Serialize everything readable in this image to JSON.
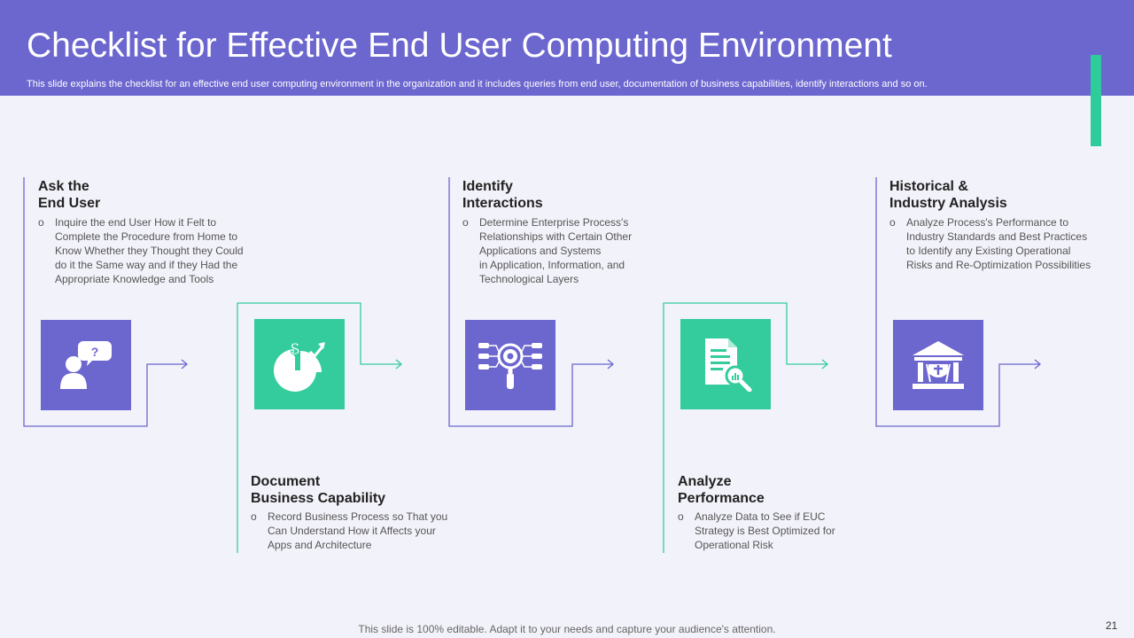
{
  "header": {
    "title": "Checklist for Effective End User Computing Environment",
    "subtitle": "This slide explains the checklist for an effective  end user computing environment in the organization and it includes queries from end user, documentation of business capabilities, identify interactions and so on."
  },
  "colors": {
    "header_bg": "#6c66cf",
    "accent": "#2ecc9b",
    "purple_box": "#6c66cf",
    "green_box": "#34cc9d"
  },
  "steps": [
    {
      "title_lines": [
        "Ask the",
        "End User"
      ],
      "bullet": "o",
      "desc_lines": [
        "Inquire the end User How it Felt to",
        "Complete the Procedure from Home to",
        "Know Whether they Thought  they Could",
        "do it the Same way and if they Had the",
        "Appropriate Knowledge and Tools"
      ],
      "icon": "user-question-icon"
    },
    {
      "title_lines": [
        "Document",
        "Business Capability"
      ],
      "bullet": "o",
      "desc_lines": [
        "Record Business Process so That you",
        "Can Understand How it Affects your",
        "Apps and Architecture"
      ],
      "icon": "pie-chart-dollar-icon"
    },
    {
      "title_lines": [
        "Identify",
        "Interactions"
      ],
      "bullet": "o",
      "desc_lines": [
        "Determine Enterprise Process's",
        "Relationships with Certain Other",
        "Applications and Systems",
        "in Application, Information,  and",
        "Technological Layers"
      ],
      "icon": "gear-network-icon"
    },
    {
      "title_lines": [
        "Analyze",
        "Performance"
      ],
      "bullet": "o",
      "desc_lines": [
        "Analyze Data to See if EUC",
        "Strategy is Best Optimized for",
        "Operational Risk"
      ],
      "icon": "document-magnifier-icon"
    },
    {
      "title_lines": [
        "Historical &",
        "Industry Analysis"
      ],
      "bullet": "o",
      "desc_lines": [
        "Analyze Process's Performance  to",
        "Industry Standards and Best Practices",
        "to Identify any Existing Operational",
        "Risks and Re-Optimization Possibilities"
      ],
      "icon": "bank-building-icon"
    }
  ],
  "footer": {
    "note": "This slide is 100% editable. Adapt it to your needs and capture your audience's attention.",
    "page_number": "21"
  }
}
